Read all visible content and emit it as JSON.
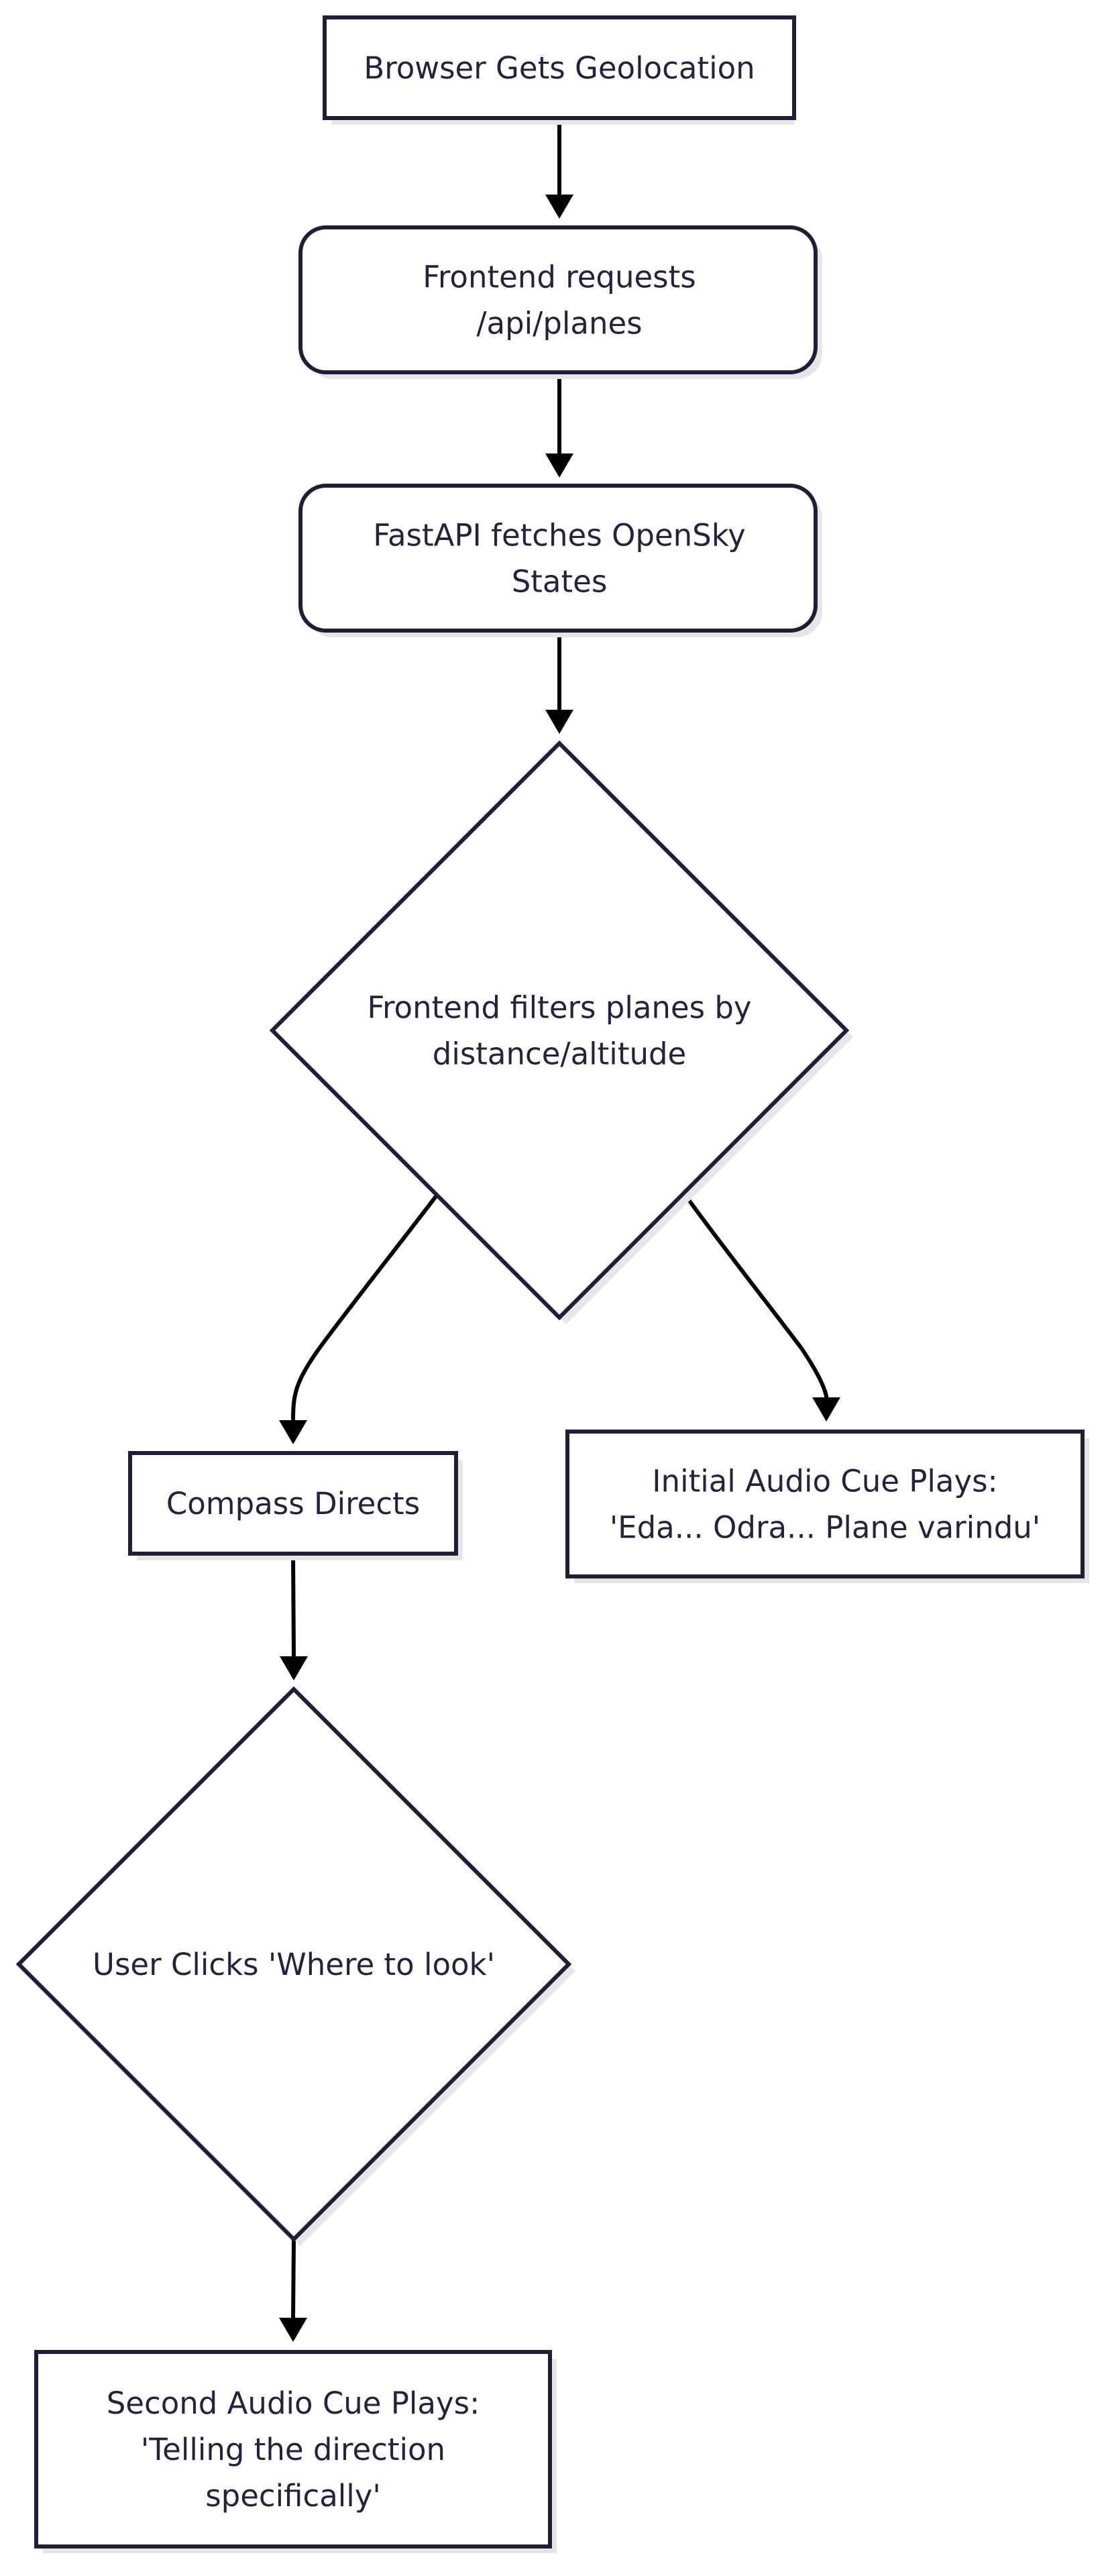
{
  "nodes": {
    "geolocation": {
      "lines": [
        "Browser Gets Geolocation"
      ]
    },
    "request": {
      "lines": [
        "Frontend requests",
        "/api/planes"
      ]
    },
    "fetch": {
      "lines": [
        "FastAPI fetches OpenSky",
        "States"
      ]
    },
    "filter": {
      "lines": [
        "Frontend filters planes by",
        "distance/altitude"
      ]
    },
    "compass": {
      "lines": [
        "Compass Directs"
      ]
    },
    "initial_audio": {
      "lines": [
        "Initial Audio Cue Plays:",
        "'Eda... Odra... Plane varindu'"
      ]
    },
    "user_click": {
      "lines": [
        "User Clicks 'Where to look'"
      ]
    },
    "second_audio": {
      "lines": [
        "Second Audio Cue Plays:",
        "'Telling the direction",
        "specifically'"
      ]
    }
  },
  "colors": {
    "node_stroke": "#1f1d3a",
    "node_fill": "#ffffff",
    "edge": "#000000",
    "text": "#24223f"
  }
}
